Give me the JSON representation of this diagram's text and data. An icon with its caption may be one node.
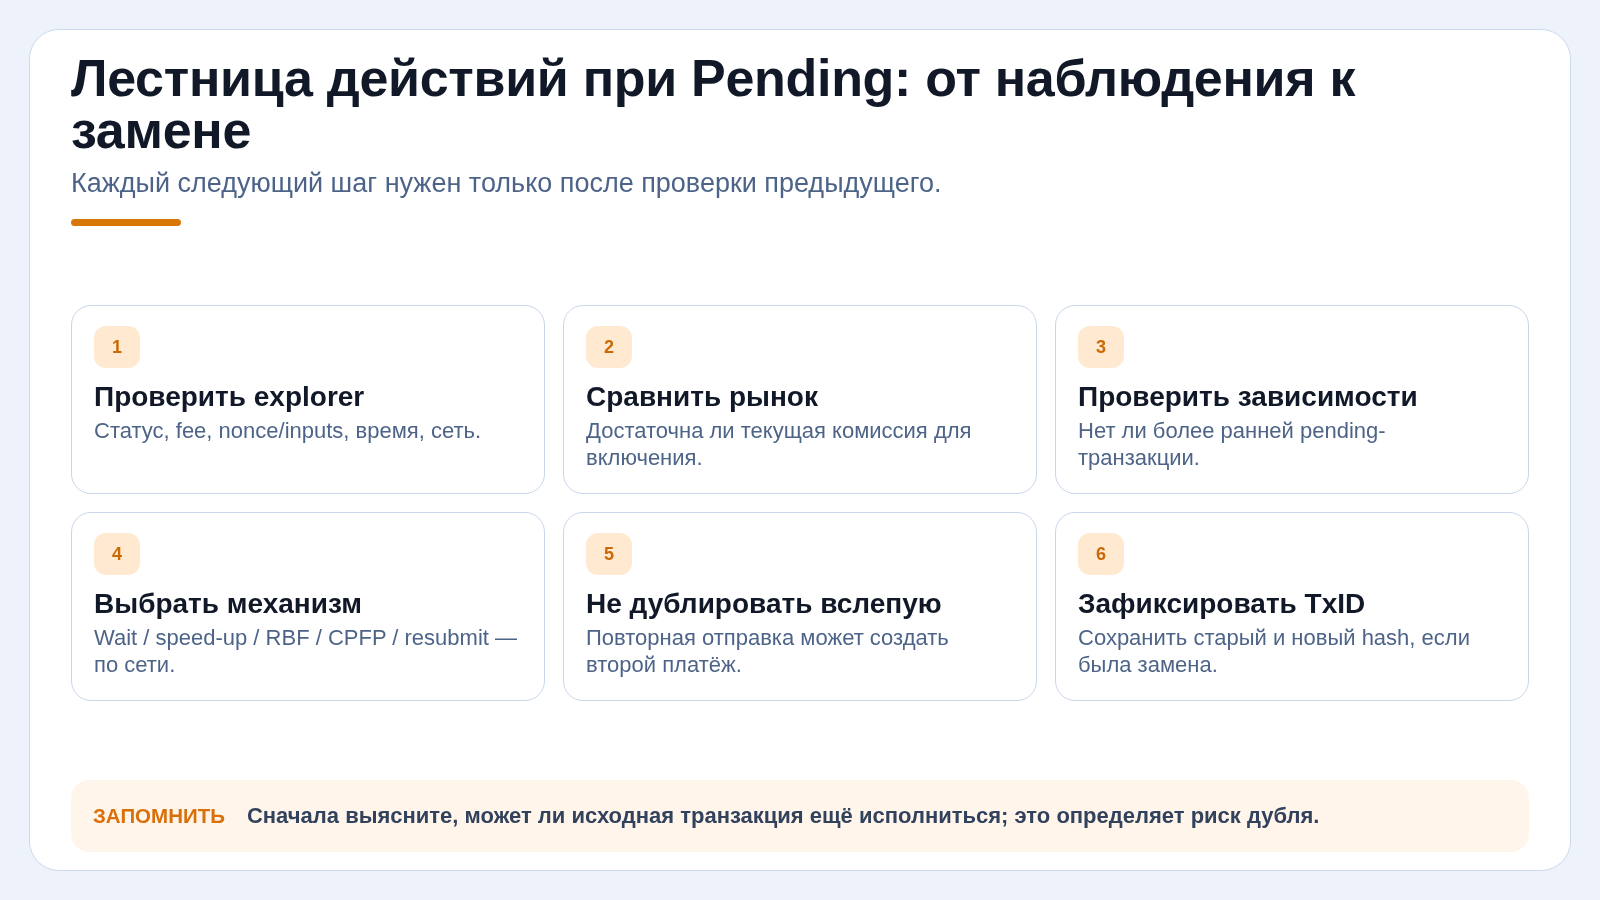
{
  "diagram": {
    "title": "Лестница действий при Pending: от наблюдения к замене",
    "nodes": [
      {
        "text": [
          "1",
          "Проверить explorer",
          "Статус, fee, nonce/inputs, время, сеть."
        ]
      },
      {
        "text": [
          "2",
          "Сравнить рынок",
          "Достаточна ли текущая комиссия для включения."
        ]
      },
      {
        "text": [
          "3",
          "Проверить зависимости",
          "Нет ли более ранней pending-транзакции."
        ]
      },
      {
        "text": [
          "4",
          "Выбрать механизм",
          "Wait / speed-up / RBF / CPFP / resubmit — по сети."
        ]
      },
      {
        "text": [
          "5",
          "Не дублировать вслепую",
          "Повторная отправка может создать второй платёж."
        ]
      },
      {
        "text": [
          "6",
          "Зафиксировать TxID",
          "Сохранить старый и новый hash, если была замена."
        ]
      },
      {
        "text": [
          "ЗАПОМНИТЬ",
          "Сначала выясните, может ли исходная транзакция ещё исполниться; это определяет риск дубля."
        ]
      }
    ],
    "edges": [],
    "labels": [
      "Каждый следующий шаг нужен только после проверки предыдущего."
    ]
  }
}
